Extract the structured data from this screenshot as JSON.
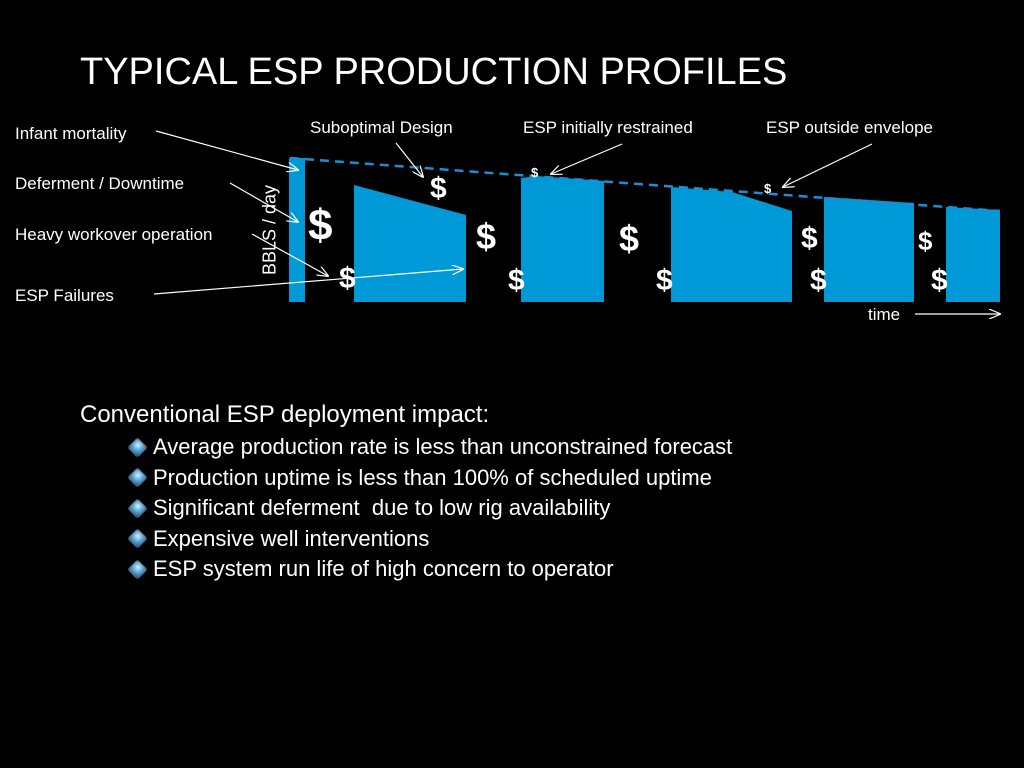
{
  "slide": {
    "title": "TYPICAL ESP PRODUCTION PROFILES"
  },
  "diagram": {
    "y_axis_label": "BBLS / day",
    "x_axis_label": "time",
    "left_labels": {
      "infant_mortality": "Infant mortality",
      "deferment": "Deferment / Downtime",
      "heavy_workover": "Heavy workover operation",
      "esp_failures": "ESP Failures"
    },
    "top_labels": {
      "suboptimal_design": "Suboptimal Design",
      "initially_restrained": "ESP initially restrained",
      "outside_envelope": "ESP outside envelope"
    },
    "dollar_symbol": "$",
    "colors": {
      "background": "#000000",
      "bar_fill": "#0099d8",
      "forecast_line": "#1a8fd8",
      "text": "#ffffff"
    }
  },
  "bullets": {
    "heading": "Conventional ESP deployment impact:",
    "items": [
      "Average production rate is less than unconstrained forecast",
      "Production uptime is less than 100% of scheduled uptime",
      "Significant deferment  due to low rig availability",
      "Expensive well interventions",
      "ESP system run life of high concern to operator"
    ]
  }
}
